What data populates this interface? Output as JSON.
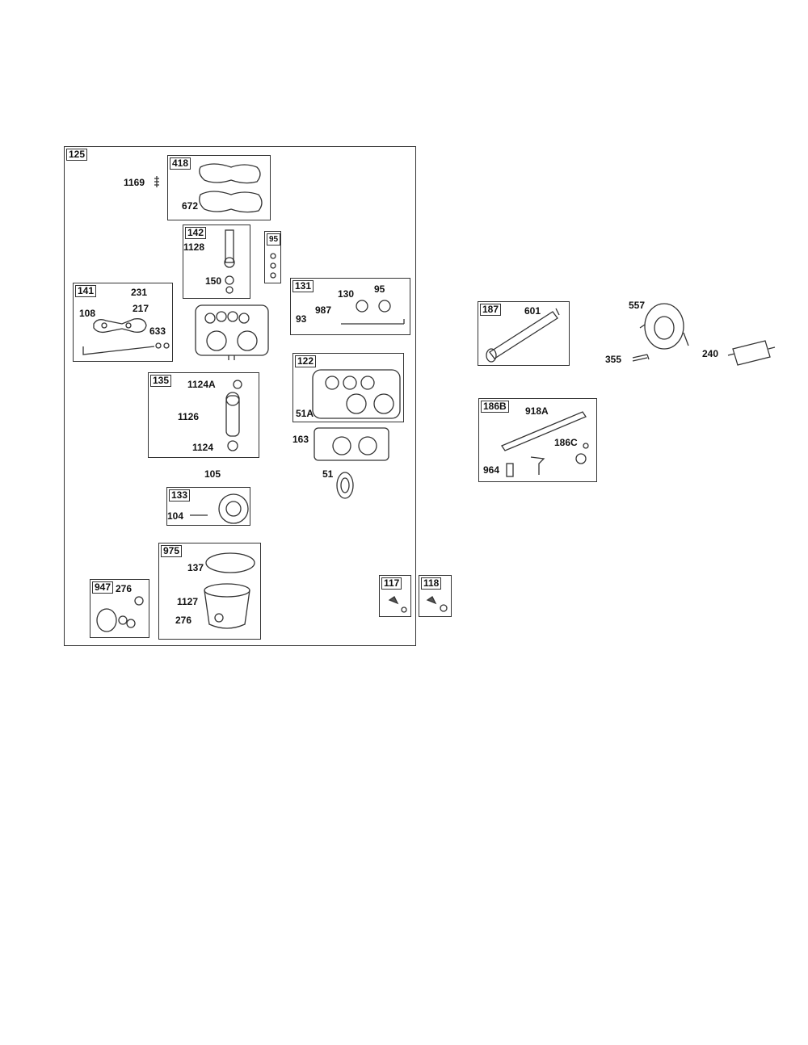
{
  "boxes": {
    "b125": "125",
    "b418": "418",
    "b142": "142",
    "b95": "95",
    "b141": "141",
    "b131": "131",
    "b135": "135",
    "b122": "122",
    "b133": "133",
    "b975": "975",
    "b947": "947",
    "b117": "117",
    "b118": "118",
    "b187": "187",
    "b186b": "186B"
  },
  "labels": {
    "l1169": "1169",
    "l672": "672",
    "l1128a": "1128",
    "l150": "150",
    "l231": "231",
    "l217": "217",
    "l108": "108",
    "l633": "633",
    "l130": "130",
    "l95b": "95",
    "l93": "93",
    "l987": "987",
    "l1124a": "1124A",
    "l1126": "1126",
    "l1124": "1124",
    "l105": "105",
    "l51a": "51A",
    "l163": "163",
    "l51": "51",
    "l104": "104",
    "l137": "137",
    "l1127": "1127",
    "l276a": "276",
    "l276b": "276",
    "l601": "601",
    "l557": "557",
    "l355": "355",
    "l240": "240",
    "l918a": "918A",
    "l186c": "186C",
    "l964": "964"
  }
}
